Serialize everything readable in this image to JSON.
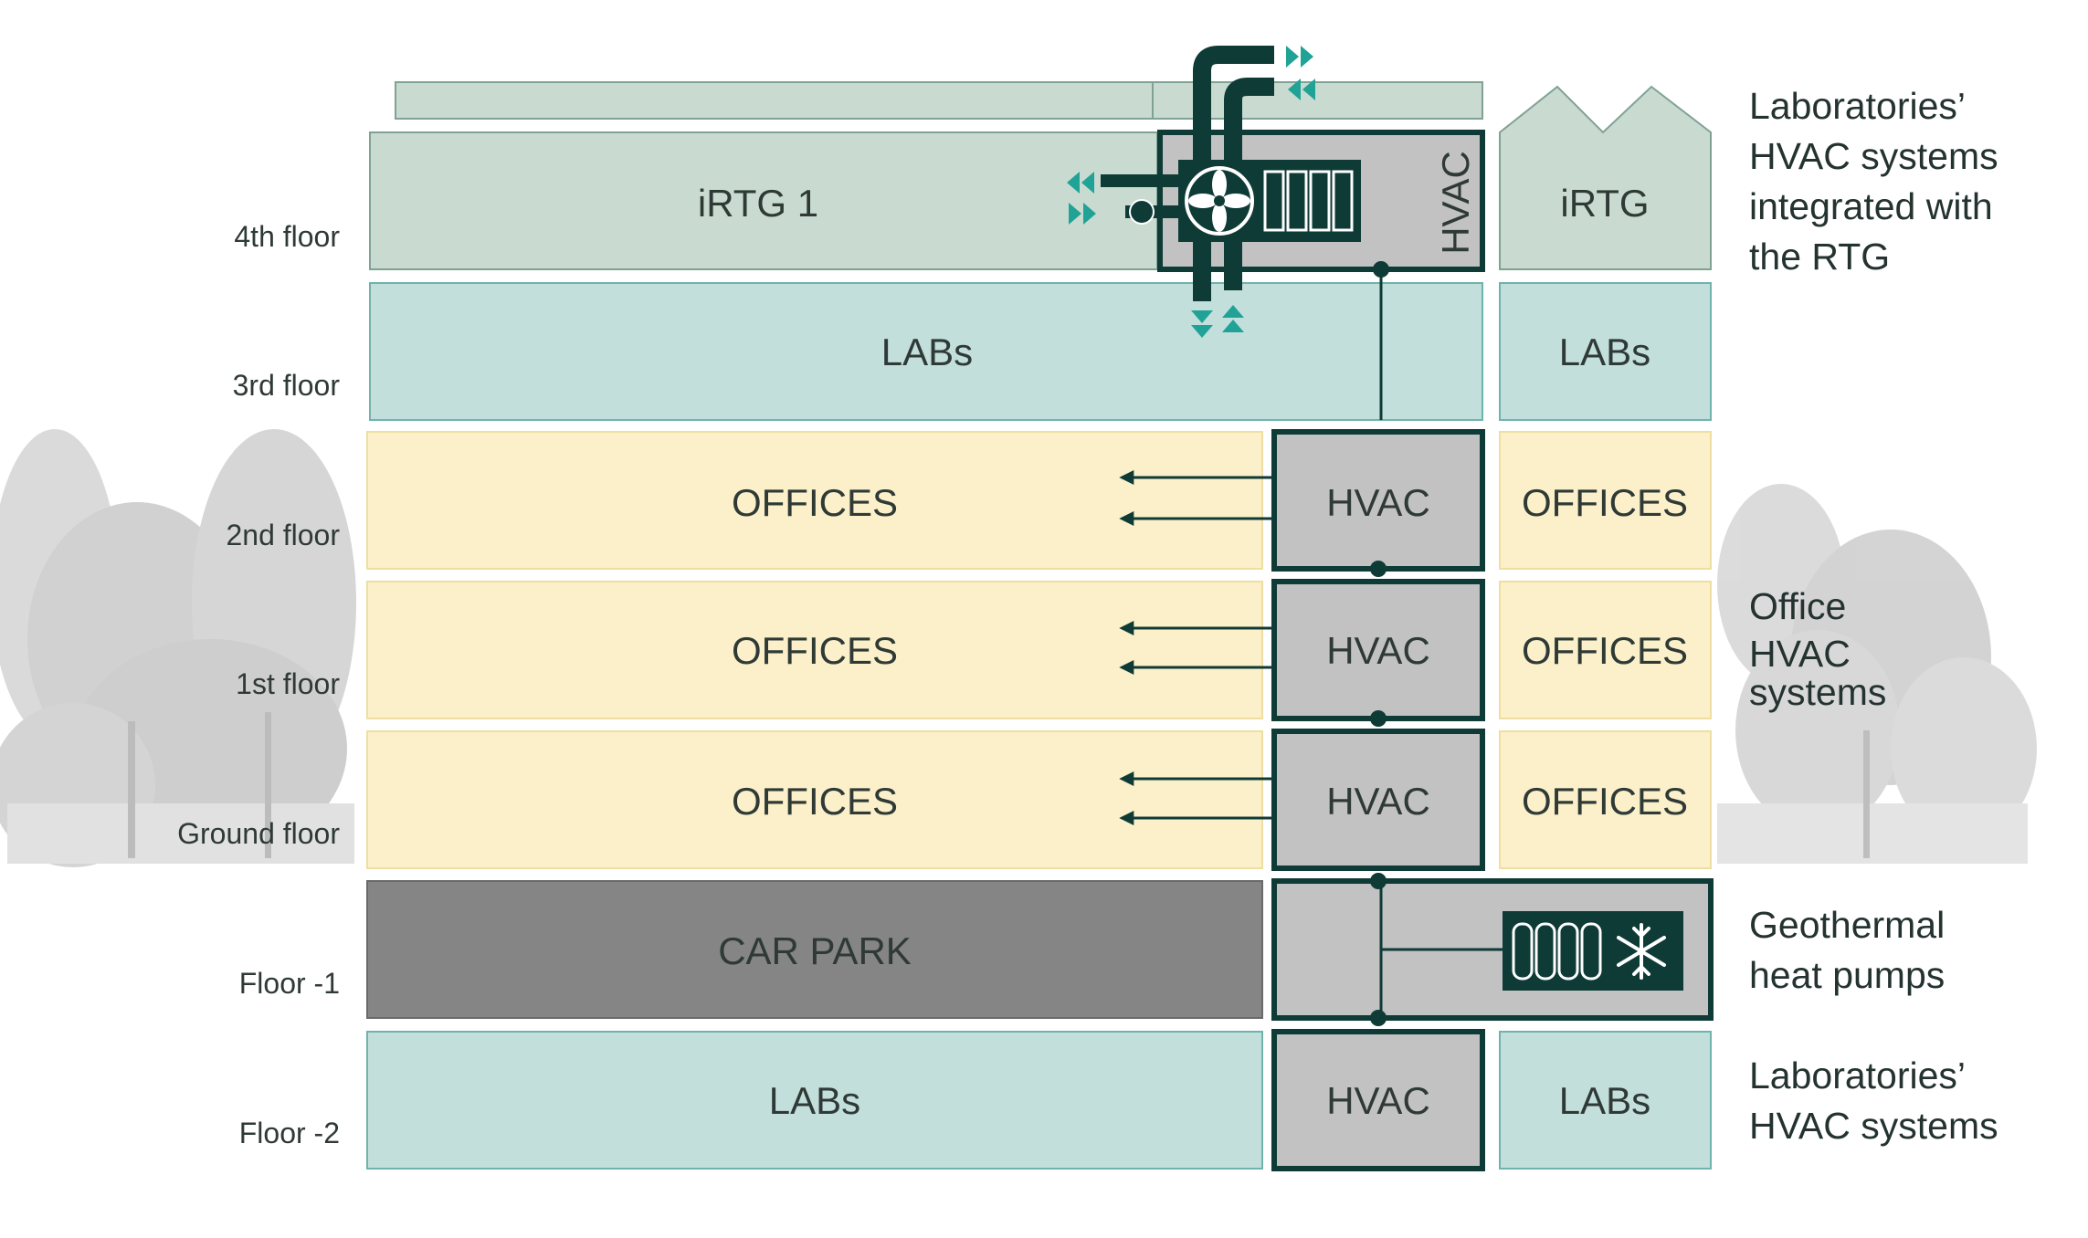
{
  "floors": [
    {
      "label": "4th floor"
    },
    {
      "label": "3rd floor"
    },
    {
      "label": "2nd floor"
    },
    {
      "label": "1st floor"
    },
    {
      "label": "Ground floor"
    },
    {
      "label": "Floor -1"
    },
    {
      "label": "Floor -2"
    }
  ],
  "rooms": {
    "irtg1": "iRTG 1",
    "hvac_roof": "HVAC",
    "irtg_side": "iRTG",
    "labs_3rd_main": "LABs",
    "labs_3rd_side": "LABs",
    "offices_2nd_main": "OFFICES",
    "hvac_2nd": "HVAC",
    "offices_2nd_side": "OFFICES",
    "offices_1st_main": "OFFICES",
    "hvac_1st": "HVAC",
    "offices_1st_side": "OFFICES",
    "offices_ground_main": "OFFICES",
    "hvac_ground": "HVAC",
    "offices_ground_side": "OFFICES",
    "car_park": "CAR PARK",
    "labs_b2_main": "LABs",
    "hvac_b2": "HVAC",
    "labs_b2_side": "LABs"
  },
  "annotations": {
    "lab_rtg": [
      "Laboratories’",
      "HVAC systems",
      "integrated with",
      "the RTG"
    ],
    "office_hvac": [
      "Office",
      "HVAC",
      "systems"
    ],
    "geothermal": [
      "Geothermal",
      "heat pumps"
    ],
    "lab_hvac": [
      "Laboratories’",
      "HVAC systems"
    ]
  },
  "colors": {
    "irtg": "#c9dbd0",
    "labs": "#c3dfdc",
    "offices": "#fbf0c9",
    "hvac": "#c2c2c2",
    "car_park": "#858585",
    "dark": "#0f3b37",
    "accent": "#20a396"
  }
}
